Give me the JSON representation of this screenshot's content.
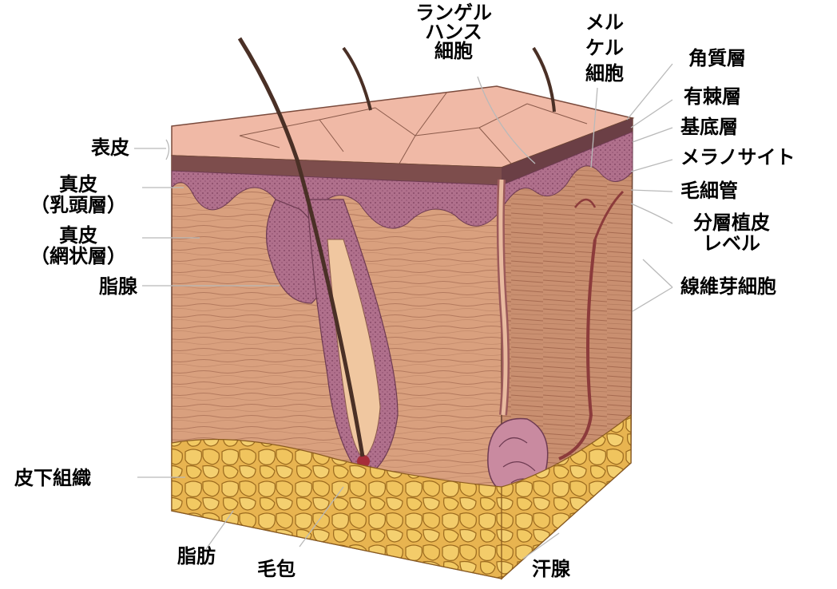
{
  "labels": {
    "epidermis": "表皮",
    "dermis_papillary_1": "真皮",
    "dermis_papillary_2": "（乳頭層）",
    "dermis_reticular_1": "真皮",
    "dermis_reticular_2": "（網状層）",
    "sebaceous_gland": "脂腺",
    "subcutaneous_tissue": "皮下組織",
    "fat": "脂肪",
    "hair_follicle": "毛包",
    "sweat_gland": "汗腺",
    "langerhans_1": "ランゲル",
    "langerhans_2": "ハンス",
    "langerhans_3": "細胞",
    "merkel_1": "メル",
    "merkel_2": "ケル",
    "merkel_3": "細胞",
    "stratum_corneum": "角質層",
    "stratum_spinosum": "有棘層",
    "stratum_basale": "基底層",
    "melanocyte": "メラノサイト",
    "capillary": "毛細管",
    "split_skin_graft_1": "分層植皮",
    "split_skin_graft_2": "レベル",
    "fibroblast": "線維芽細胞"
  },
  "colors": {
    "epidermis_top": "#efb7a4",
    "epidermis_side": "#c9859a",
    "dermis": "#d8a27f",
    "fat": "#e3b04a",
    "hair": "#4a3026"
  }
}
